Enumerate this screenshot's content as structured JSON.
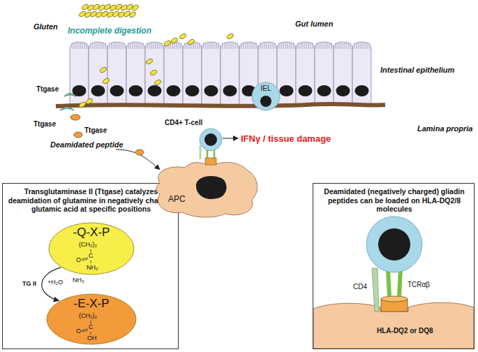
{
  "diagram": {
    "nodes": [
      {
        "text": [
          "Transglutaminase II (Ttgase) catalyzes deamidation of glutamine in negatively charged glutamic acid at specific positions"
        ]
      },
      {
        "text": [
          "-Q-X-P",
          "(CH₂)₂",
          "C",
          "O",
          "NH₂"
        ],
        "in": 0
      },
      {
        "text": [
          "-E-X-P",
          "(CH₂)₂",
          "C",
          "O",
          "OH"
        ],
        "in": 0
      },
      {
        "text": [
          "Deamidated (negatively charged) gliadin peptides can be loaded on HLA-DQ2/8 molecules"
        ]
      },
      {
        "text": [
          "APC"
        ]
      },
      {
        "text": [
          "IEL"
        ]
      }
    ],
    "edges": [
      {
        "from": 1,
        "to": 2,
        "arrow": "to",
        "label": "TG II"
      }
    ],
    "labels": [
      "Gluten",
      "Incomplete digestion",
      "Gut lumen",
      "Ttgase",
      "Intestinal epithelium",
      "Ttgase",
      "Ttgase",
      "Lamina propria",
      "Deamidated peptide",
      "CD4+ T-cell",
      "IFNγ / tissue damage",
      "+H₂O",
      "NH₃",
      "CD4",
      "TCRαβ",
      "HLA-DQ2 or DQ8"
    ]
  }
}
